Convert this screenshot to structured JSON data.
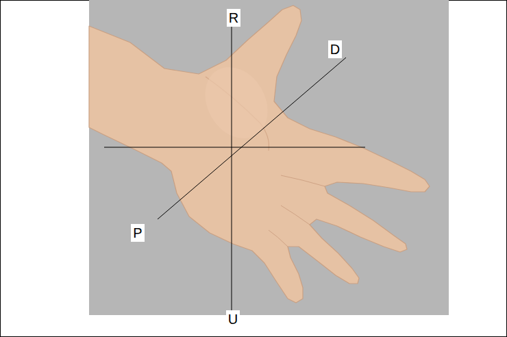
{
  "diagram": {
    "labels": [
      "R",
      "D",
      "P",
      "U"
    ]
  }
}
